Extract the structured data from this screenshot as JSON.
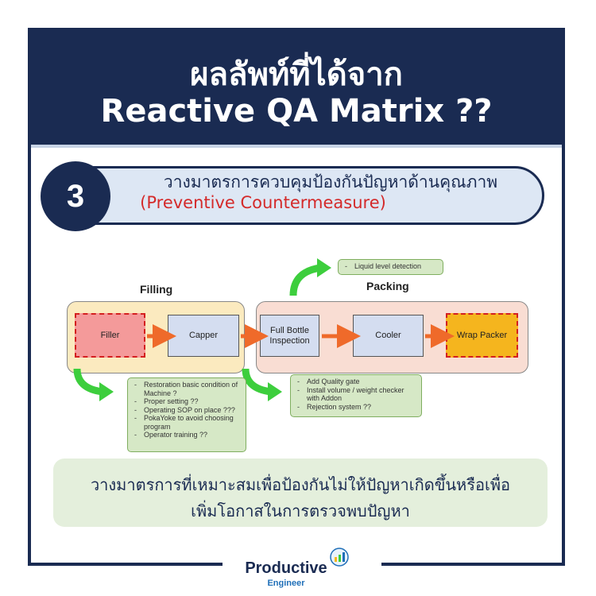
{
  "header": {
    "title_line1": "ผลลัพท์ที่ได้จาก",
    "title_line2": "Reactive QA Matrix ??"
  },
  "step": {
    "number": "3",
    "text_th": "วางมาตรการควบคุมป้องกันปัญหาด้านคุณภาพ",
    "text_en": "(Preventive Countermeasure)"
  },
  "diagram": {
    "group_filling": "Filling",
    "group_packing": "Packing",
    "boxes": {
      "filler": "Filler",
      "capper": "Capper",
      "full_bottle_1": "Full Bottle",
      "full_bottle_2": "Inspection",
      "cooler": "Cooler",
      "wrap_packer": "Wrap Packer"
    },
    "note_top": [
      "Liquid level detection"
    ],
    "note_left": [
      "Restoration basic condition of Machine ?",
      "Proper setting ??",
      "Operating SOP on place ???",
      "PokaYoke to avoid choosing program",
      "Operator training ??"
    ],
    "note_mid": [
      "Add Quality gate",
      "Install volume / weight checker with Addon",
      "Rejection system ??"
    ],
    "colors": {
      "navy": "#1a2b52",
      "red_text": "#d42a2a",
      "arrow_green": "#3dce3d",
      "arrow_orange": "#ef6a2a"
    }
  },
  "summary": {
    "line1": "วางมาตรการที่เหมาะสมเพื่อป้องกันไม่ให้ปัญหาเกิดขึ้นหรือเพื่อ",
    "line2": "เพิ่มโอกาสในการตรวจพบปัญหา"
  },
  "brand": {
    "name": "Productive",
    "sub": "Engineer"
  }
}
